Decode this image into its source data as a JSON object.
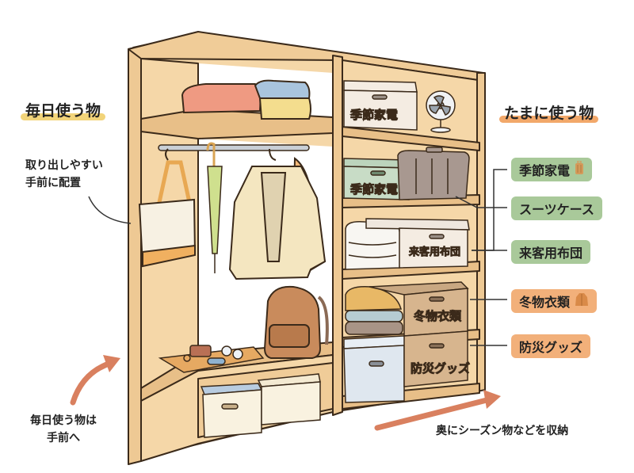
{
  "headings": {
    "daily": "毎日使う物",
    "occasional": "たまに使う物"
  },
  "colors": {
    "daily_highlight": "#f2d47a",
    "occasional_highlight": "#f2a86a",
    "green_tag": "#a9c99a",
    "orange_tag": "#f2b07a",
    "arrow": "#d9805f",
    "wood": "#f5d7a8"
  },
  "annotations": {
    "front_placement_line1": "取り出しやすい",
    "front_placement_line2": "手前に配置",
    "daily_front_line1": "毎日使う物は",
    "daily_front_line2": "手前へ",
    "back_storage": "奥にシーズン物などを収納"
  },
  "tags": [
    {
      "label": "季節家電",
      "color": "green",
      "icon": "suitcase-icon"
    },
    {
      "label": "スーツケース",
      "color": "green",
      "icon": ""
    },
    {
      "label": "来客用布団",
      "color": "green",
      "icon": ""
    },
    {
      "label": "冬物衣類",
      "color": "orange",
      "icon": "jacket-icon"
    },
    {
      "label": "防災グッズ",
      "color": "orange",
      "icon": ""
    }
  ],
  "box_labels": {
    "top_box": "季節家電",
    "green_box": "季節家電",
    "futon_box": "来客用布団",
    "winter_box": "冬物衣類",
    "disaster_box": "防災グッズ"
  },
  "illustration_items": [
    "folded-towels",
    "clothes-rod",
    "tote-bag",
    "umbrella",
    "jacket",
    "backpack",
    "tray-with-wallet-keys-glasses-phone",
    "storage-boxes",
    "electric-fan",
    "suitcase",
    "futon",
    "folded-sweaters"
  ]
}
